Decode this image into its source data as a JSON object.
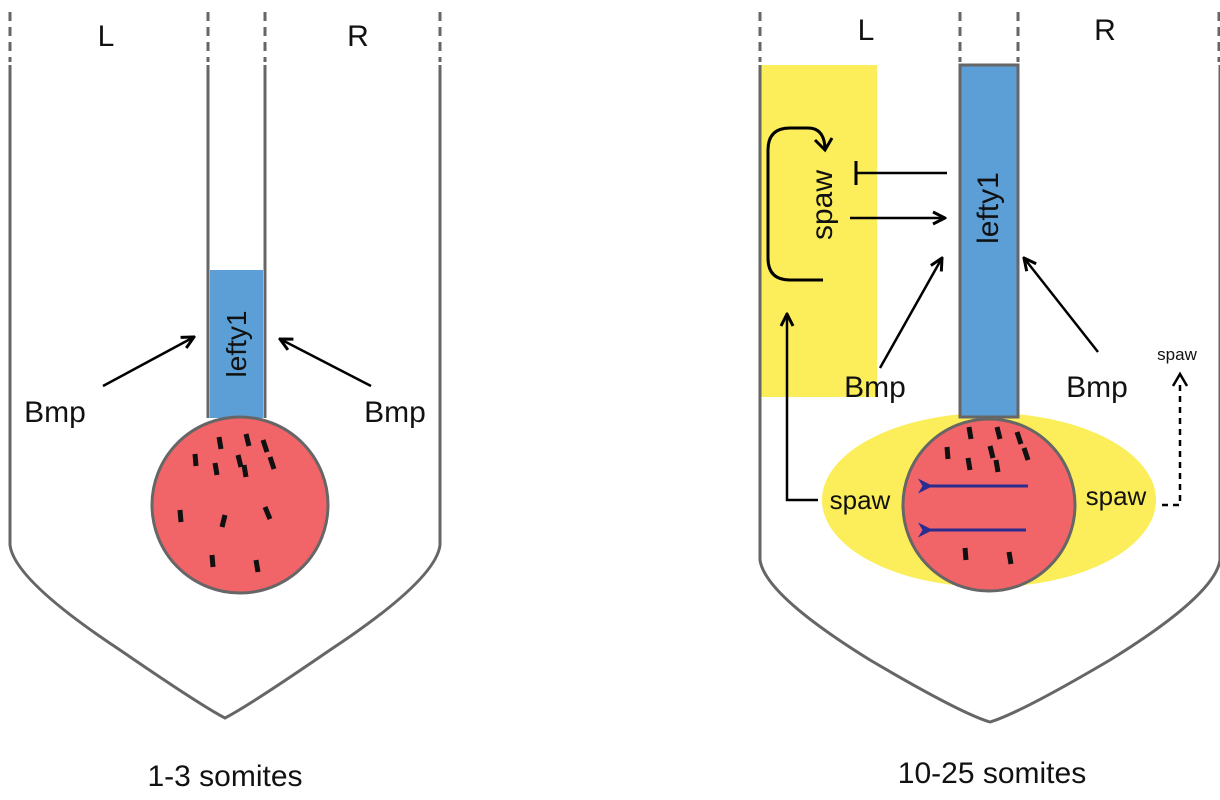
{
  "colors": {
    "outline": "#666666",
    "notochord": "#5b9fd6",
    "kv": "#f16468",
    "spaw_domain": "#fbee5a",
    "flow_arrow": "#2b2d90",
    "arrow": "#000000"
  },
  "panel_left": {
    "side_left": "L",
    "side_right": "R",
    "notochord_label": "lefty1",
    "bmp_left": "Bmp",
    "bmp_right": "Bmp",
    "stage": "1-3 somites"
  },
  "panel_right": {
    "side_left": "L",
    "side_right": "R",
    "notochord_label": "lefty1",
    "spaw_lpm": "spaw",
    "bmp_left": "Bmp",
    "bmp_right": "Bmp",
    "spaw_small": "spaw",
    "spaw_kv_left": "spaw",
    "spaw_kv_right": "spaw",
    "stage": "10-25 somites"
  },
  "icons": {
    "cilia": "cilia-dash-icon",
    "flow": "leftward-flow-arrow-icon",
    "inhibition": "inhibition-tbar-icon"
  }
}
